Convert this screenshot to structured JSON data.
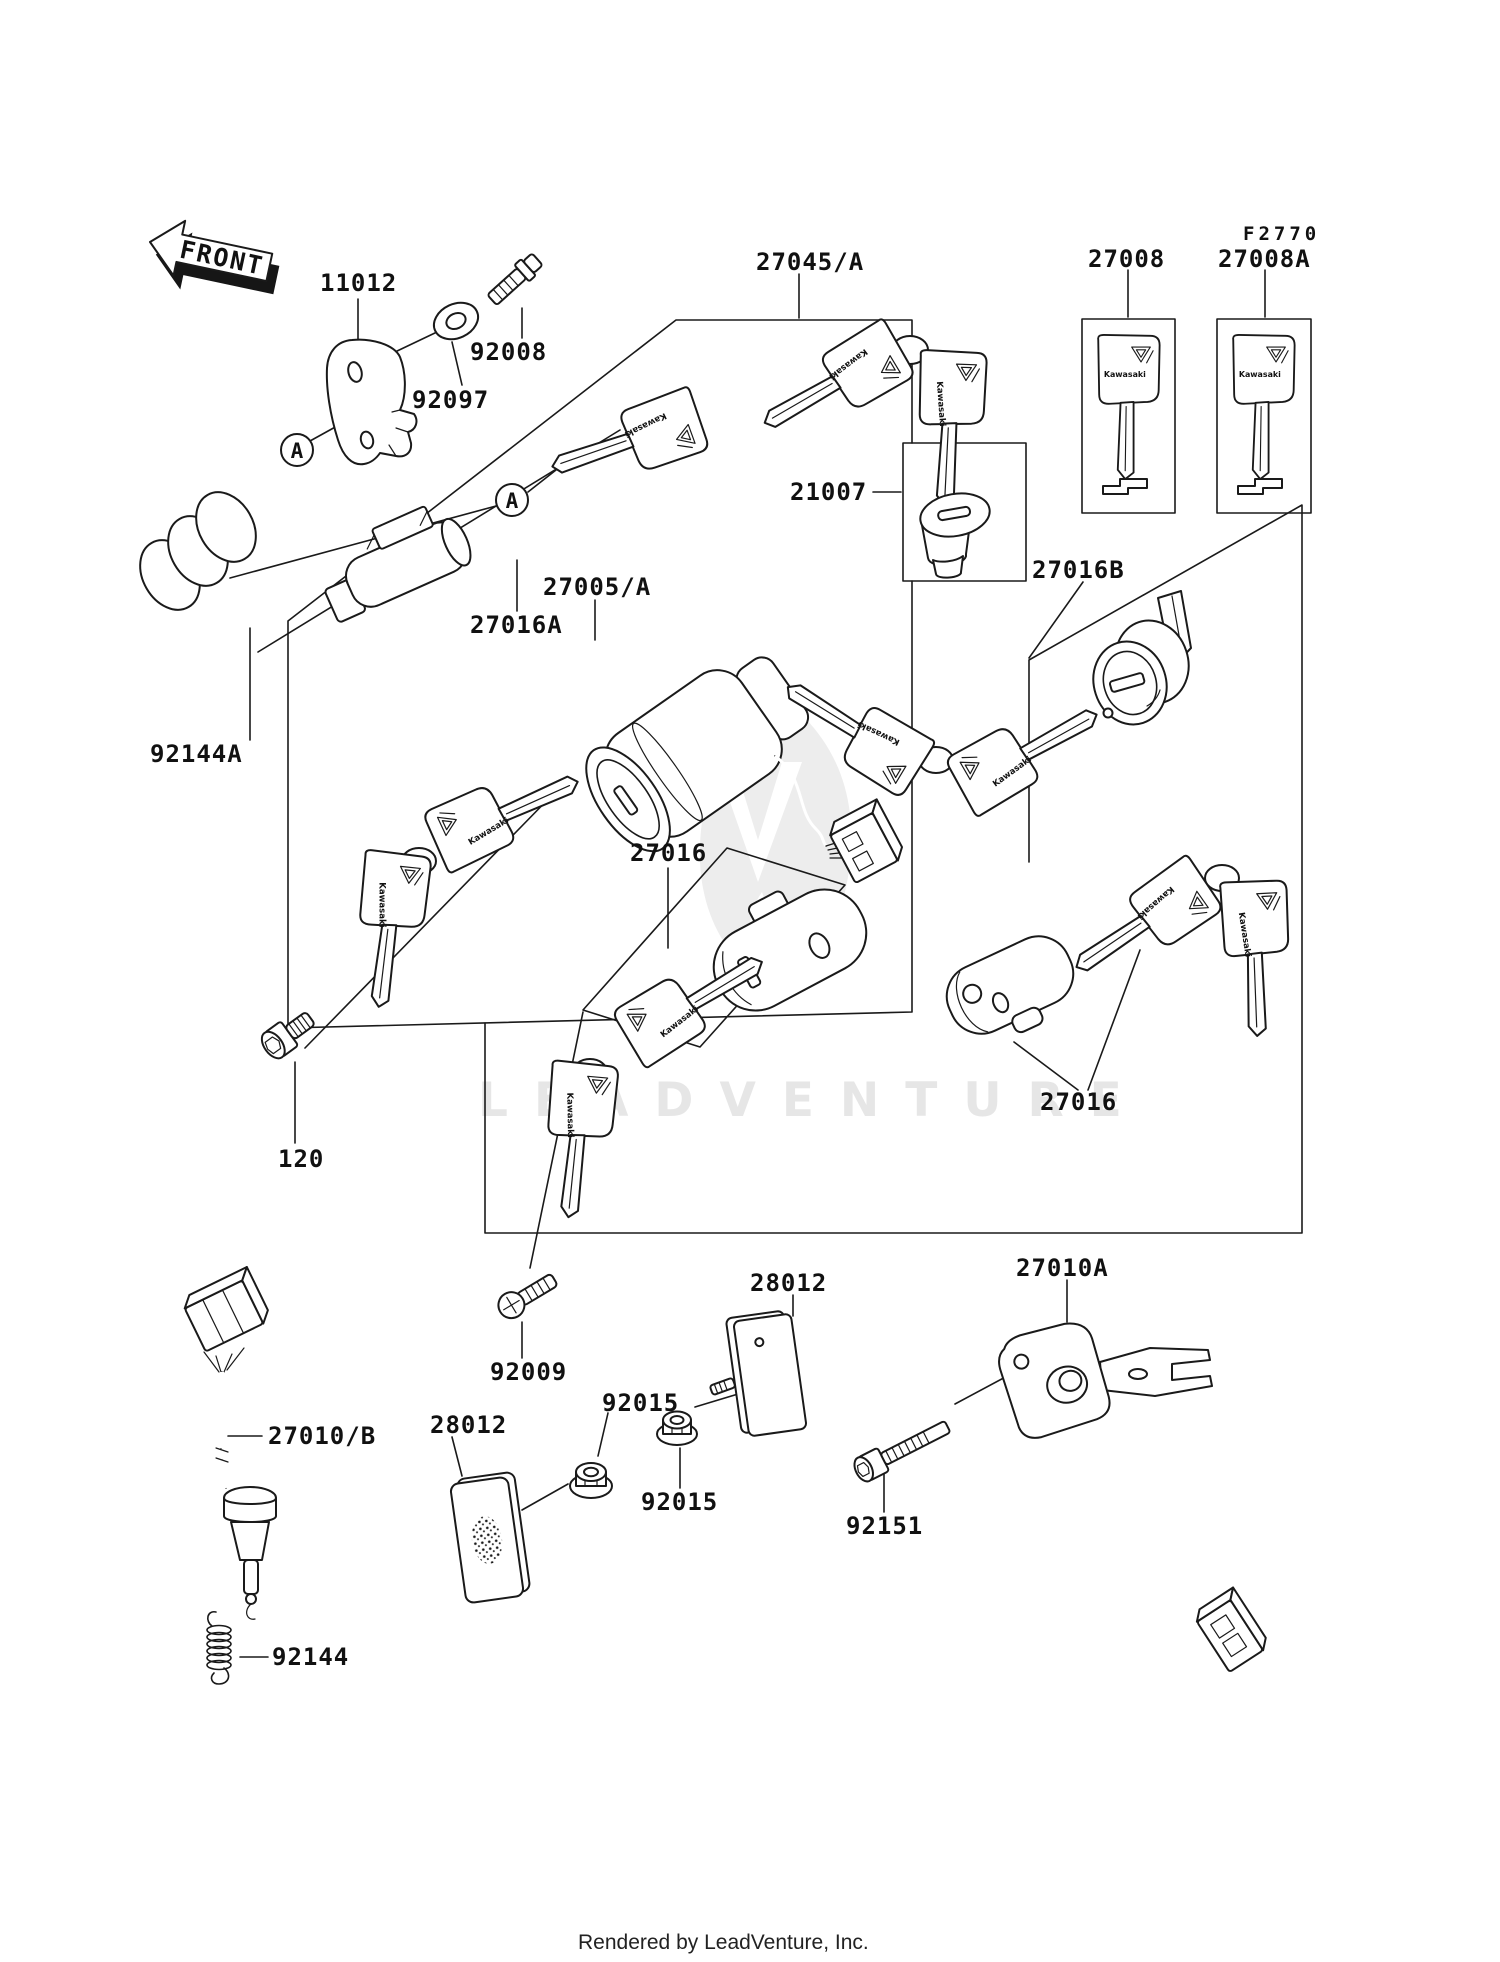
{
  "diagram": {
    "front_label": "FRONT",
    "ref_marker": "A",
    "key_brand": "Kawasaki",
    "page_code": "F2770",
    "watermark": "LEADVENTURE",
    "footer": "Rendered by LeadVenture, Inc.",
    "labels": {
      "p11012": "11012",
      "p92008": "92008",
      "p92097": "92097",
      "p27045": "27045/A",
      "p27008": "27008",
      "p27008a": "27008A",
      "p21007": "21007",
      "p27016b": "27016B",
      "p27005": "27005/A",
      "p27016a": "27016A",
      "p92144a": "92144A",
      "p27016_center": "27016",
      "p27016_right": "27016",
      "p120": "120",
      "p27010a": "27010A",
      "p28012_right": "28012",
      "p92009": "92009",
      "p92015_top": "92015",
      "p27010b": "27010/B",
      "p28012_left": "28012",
      "p92015_bottom": "92015",
      "p92151": "92151",
      "p92144": "92144"
    }
  }
}
